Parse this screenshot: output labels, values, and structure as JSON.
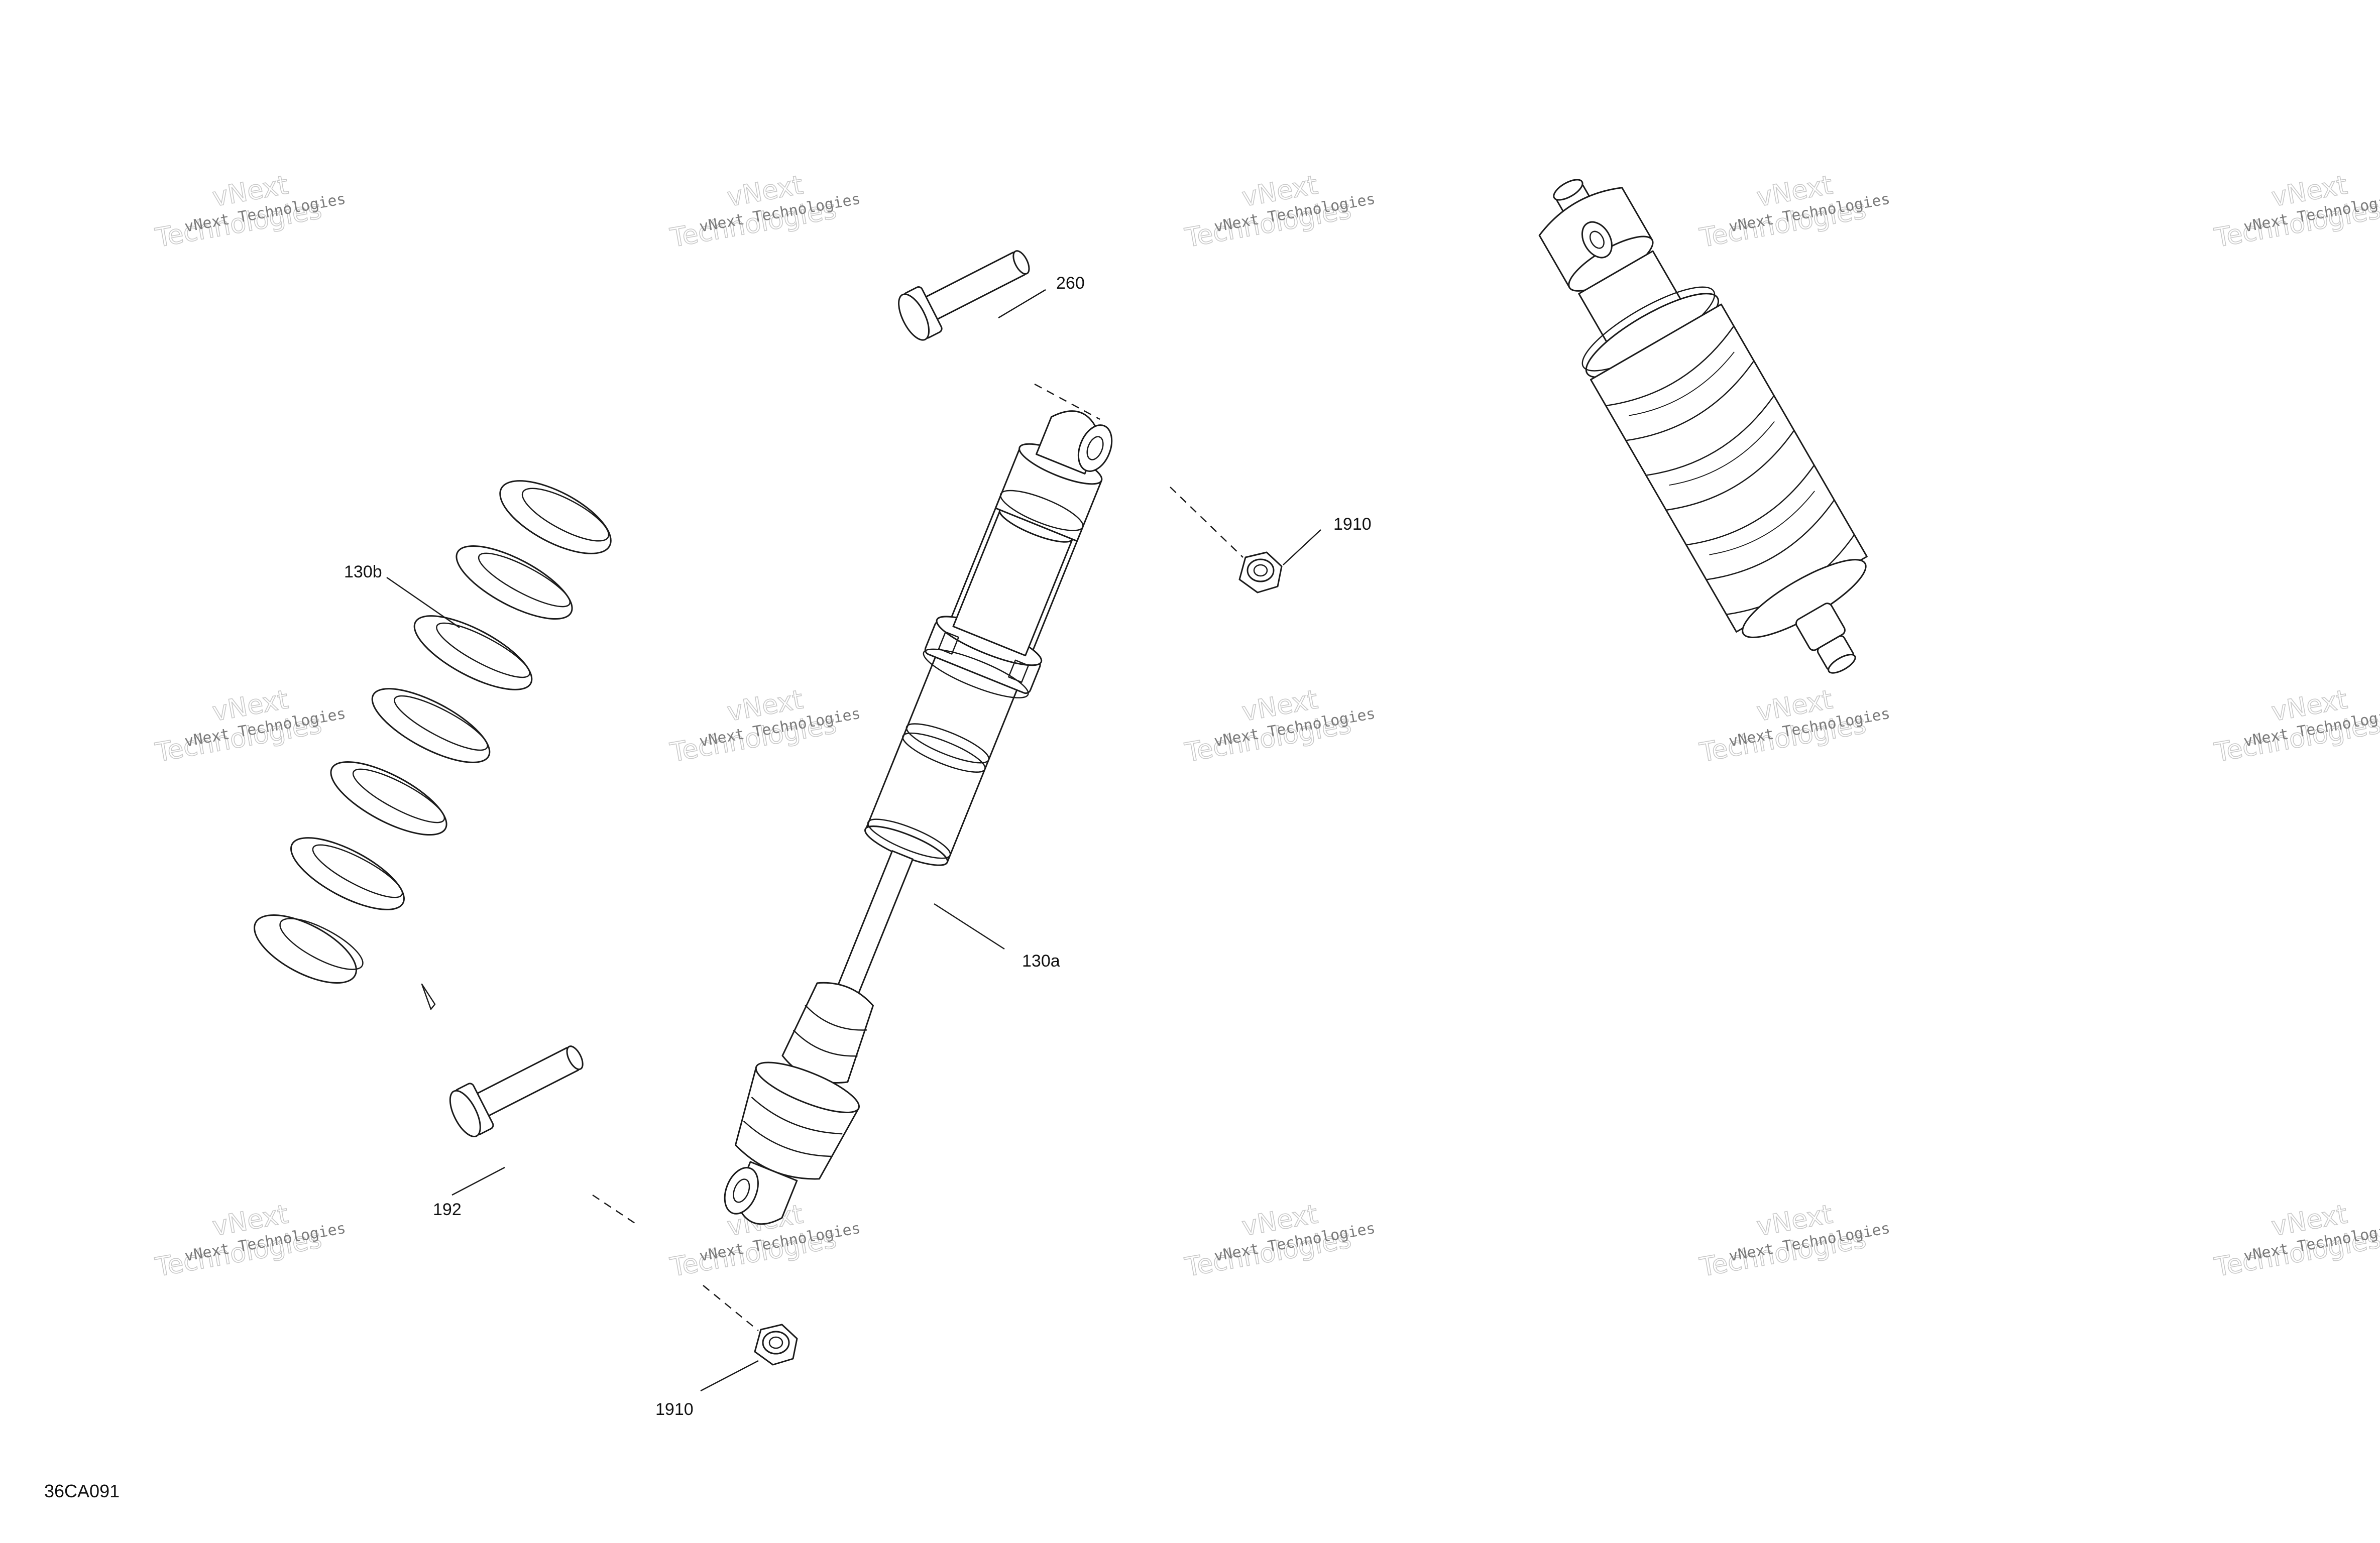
{
  "callouts": {
    "bolt_top": "260",
    "nut_top": "1910",
    "spring": "130b",
    "shock_body": "130a",
    "bolt_bottom": "192",
    "nut_bottom": "1910"
  },
  "figure_id": "36CA091",
  "watermark": {
    "small_text": "vNext Technologies",
    "large_line1": "vNext",
    "large_line2": "Technologies"
  }
}
